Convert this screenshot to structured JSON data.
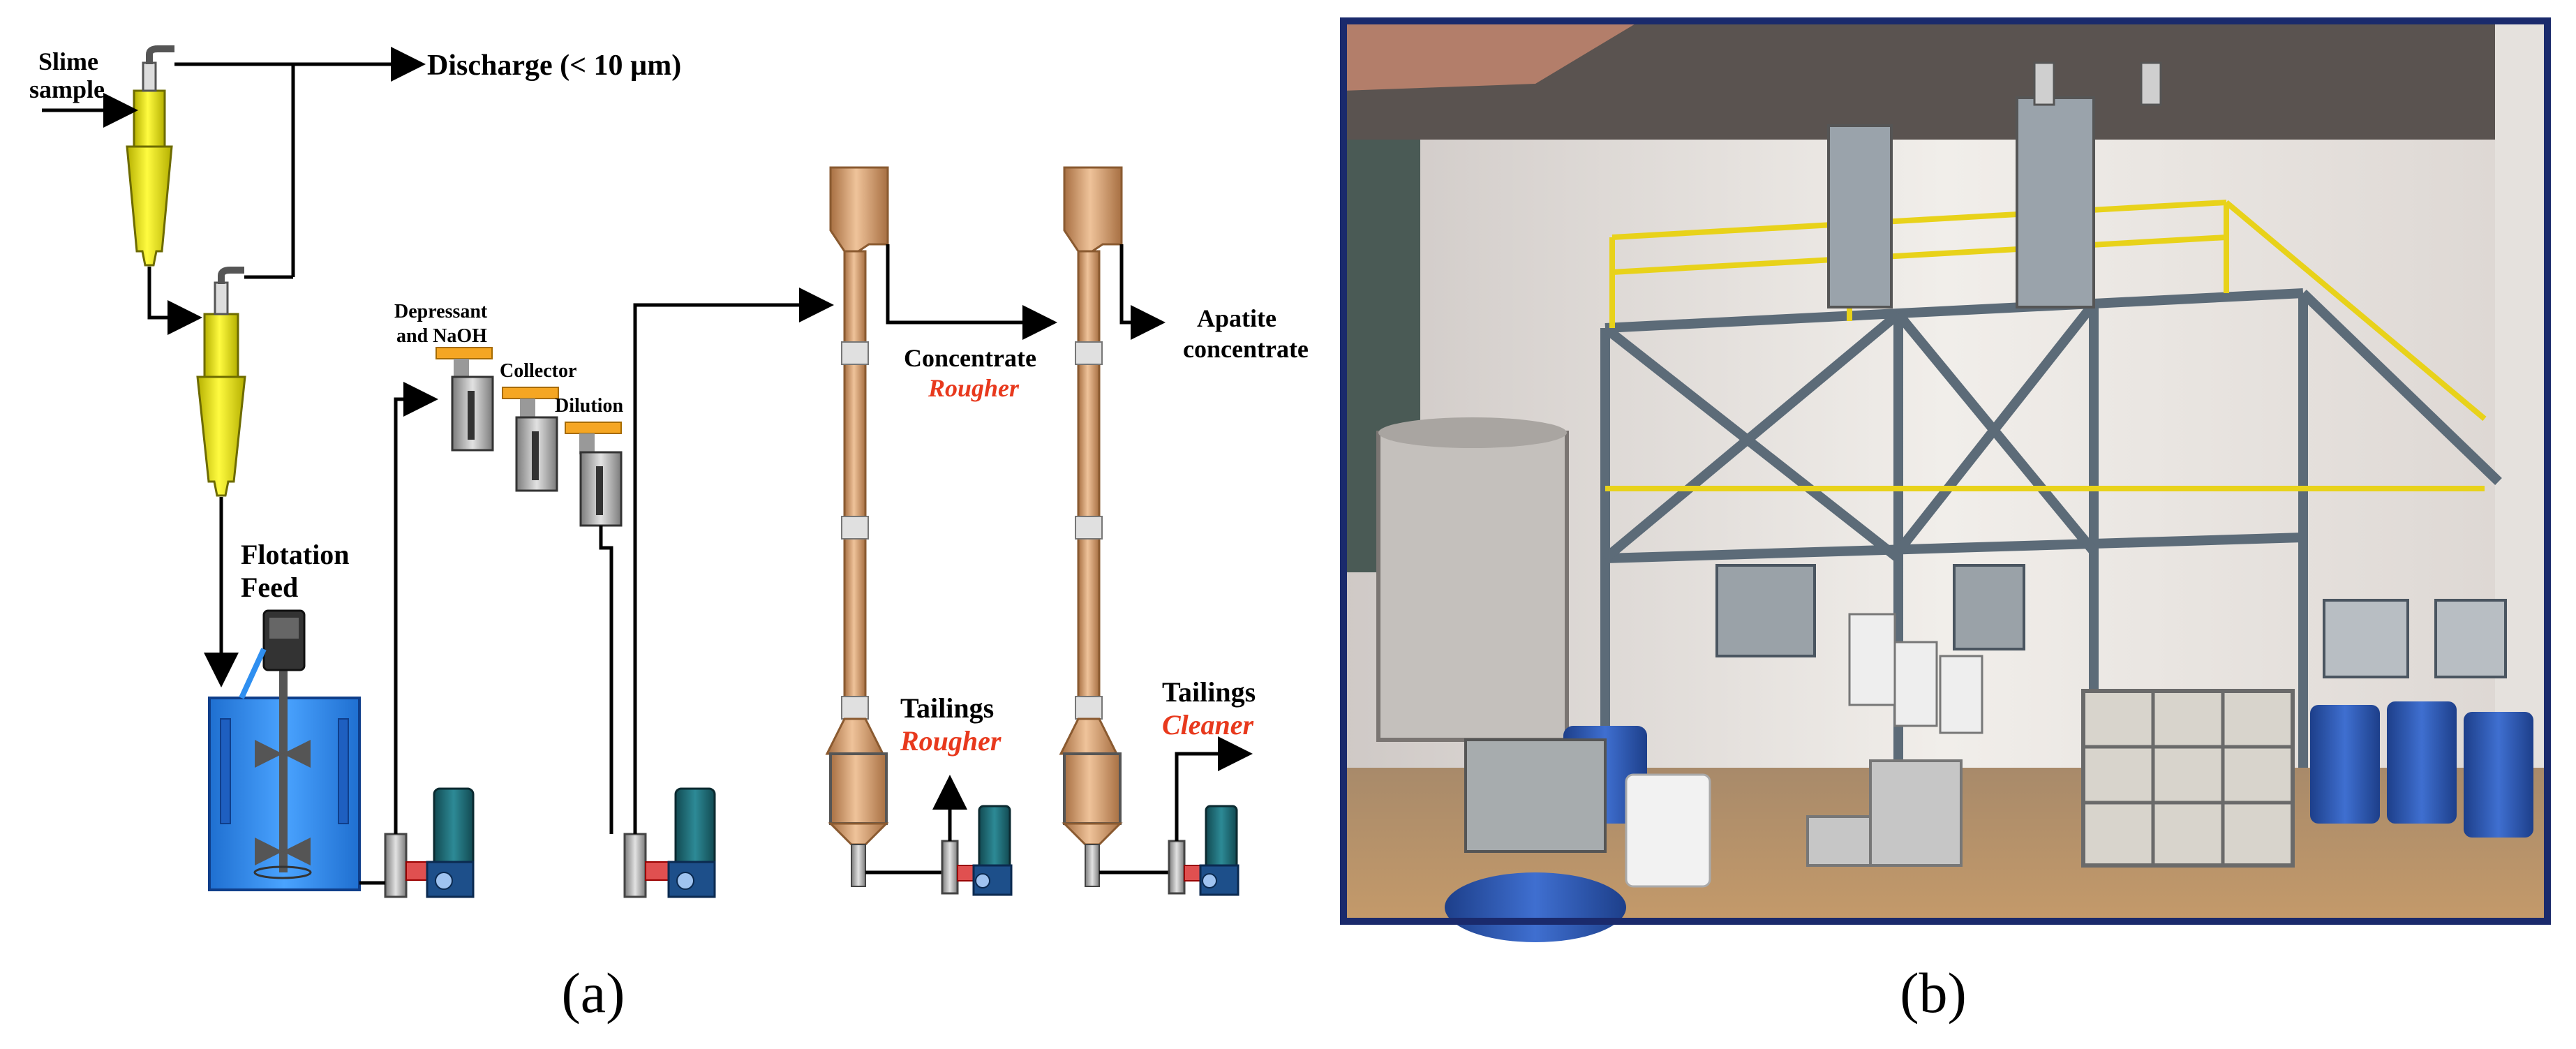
{
  "labels": {
    "slime_line1": "Slime",
    "slime_line2": "sample",
    "discharge": "Discharge (< 10 µm)",
    "flotation_line1": "Flotation",
    "flotation_line2": "Feed",
    "depressant_line1": "Depressant",
    "depressant_line2": "and NaOH",
    "collector": "Collector",
    "dilution": "Dilution",
    "concentrate": "Concentrate",
    "rougher_conc": "Rougher",
    "apatite_line1": "Apatite",
    "apatite_line2": "concentrate",
    "tailings_rougher": "Tailings",
    "rougher_tail": "Rougher",
    "tailings_cleaner": "Tailings",
    "cleaner_tail": "Cleaner"
  },
  "captions": {
    "a": "(a)",
    "b": "(b)"
  },
  "colors": {
    "cyclone": "#f2ee00",
    "tank": "#2f8ff0",
    "column": "#d9a77a",
    "column_dark": "#b9814f",
    "frame_border": "#1a2a6c",
    "highlight_red": "#e8391d",
    "orange_plate": "#f5a623"
  }
}
